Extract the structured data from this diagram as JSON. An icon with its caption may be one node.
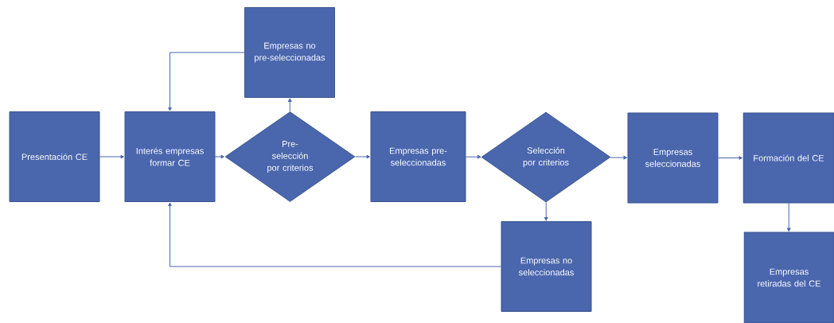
{
  "diagram": {
    "nodes": [
      {
        "text": [
          "Presentación CE"
        ]
      },
      {
        "text": [
          "Interés empresas formar CE"
        ]
      },
      {
        "text": [
          "Empresas no pre-seleccionadas"
        ]
      },
      {
        "text": [
          "Pre-selección por criterios"
        ]
      },
      {
        "text": [
          "Empresas pre-seleccionadas"
        ]
      },
      {
        "text": [
          "Selección por criterios"
        ]
      },
      {
        "text": [
          "Empresas no seleccionadas"
        ]
      },
      {
        "text": [
          "Empresas seleccionadas"
        ]
      },
      {
        "text": [
          "Formación del CE"
        ]
      },
      {
        "text": [
          "Empresas retiradas del CE"
        ]
      }
    ],
    "edges": [
      {
        "from": 0,
        "to": 1,
        "arrow": "to"
      },
      {
        "from": 1,
        "to": 3,
        "arrow": "to"
      },
      {
        "from": 3,
        "to": 2,
        "arrow": "to"
      },
      {
        "from": 2,
        "to": 1,
        "arrow": "to"
      },
      {
        "from": 3,
        "to": 4,
        "arrow": "to"
      },
      {
        "from": 4,
        "to": 5,
        "arrow": "to"
      },
      {
        "from": 5,
        "to": 6,
        "arrow": "to"
      },
      {
        "from": 6,
        "to": 1,
        "arrow": "to"
      },
      {
        "from": 5,
        "to": 7,
        "arrow": "to"
      },
      {
        "from": 7,
        "to": 8,
        "arrow": "to"
      },
      {
        "from": 8,
        "to": 9,
        "arrow": "to"
      }
    ]
  }
}
